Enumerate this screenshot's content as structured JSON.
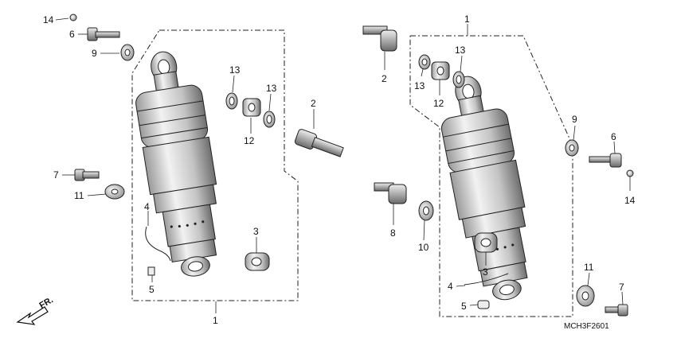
{
  "diagram": {
    "code": "MCH3F2601",
    "direction_label": "FR.",
    "left_assembly": {
      "labels": {
        "l14": "14",
        "l6": "6",
        "l9": "9",
        "l13a": "13",
        "l13b": "13",
        "l12": "12",
        "l2": "2",
        "l7": "7",
        "l11": "11",
        "l4": "4",
        "l5": "5",
        "l3": "3",
        "l1": "1"
      }
    },
    "right_assembly": {
      "labels": {
        "r1": "1",
        "r13a": "13",
        "r13b": "13",
        "r12": "12",
        "r2": "2",
        "r9": "9",
        "r6": "6",
        "r14": "14",
        "r8": "8",
        "r10": "10",
        "r3": "3",
        "r4": "4",
        "r5": "5",
        "r11": "11",
        "r7": "7"
      }
    }
  }
}
